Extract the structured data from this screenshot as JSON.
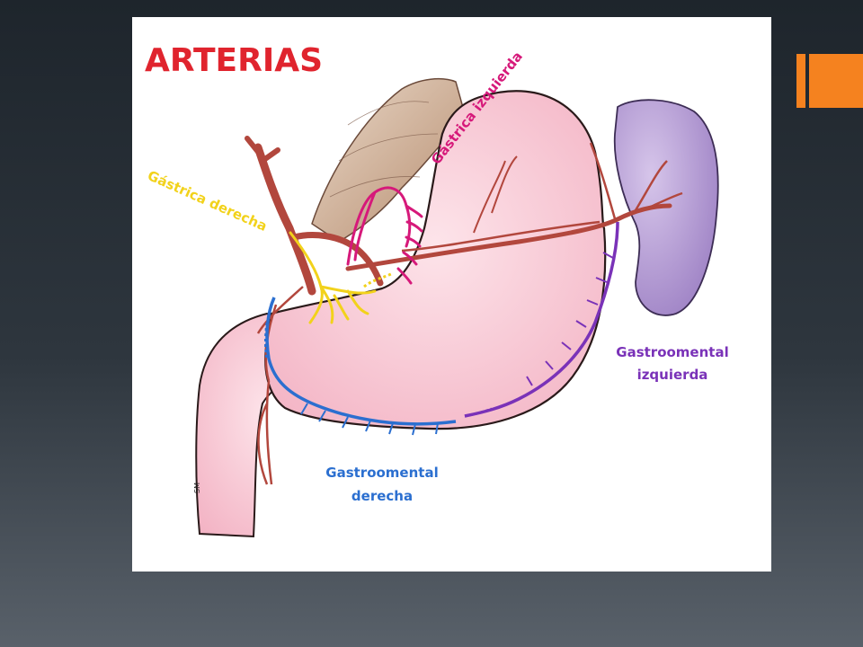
{
  "slide": {
    "title": "ARTERIAS",
    "accent_color": "#f5821f"
  },
  "labels": {
    "gastric_left": "Gástrica izquierda",
    "gastric_right": "Gástrica derecha",
    "gastro_left_line1": "Gastroomental",
    "gastro_left_line2": "izquierda",
    "gastro_right_line1": "Gastroomental",
    "gastro_right_line2": "derecha",
    "signature": "SM"
  },
  "colors": {
    "title": "#e0242e",
    "gastric_left": "#d6197a",
    "gastric_right": "#f2d21b",
    "gastro_left": "#7a32b8",
    "gastro_right": "#2b6fd0",
    "stomach": "#f7c6d2",
    "spleen": "#b49bd1",
    "artery": "#b2473d"
  }
}
